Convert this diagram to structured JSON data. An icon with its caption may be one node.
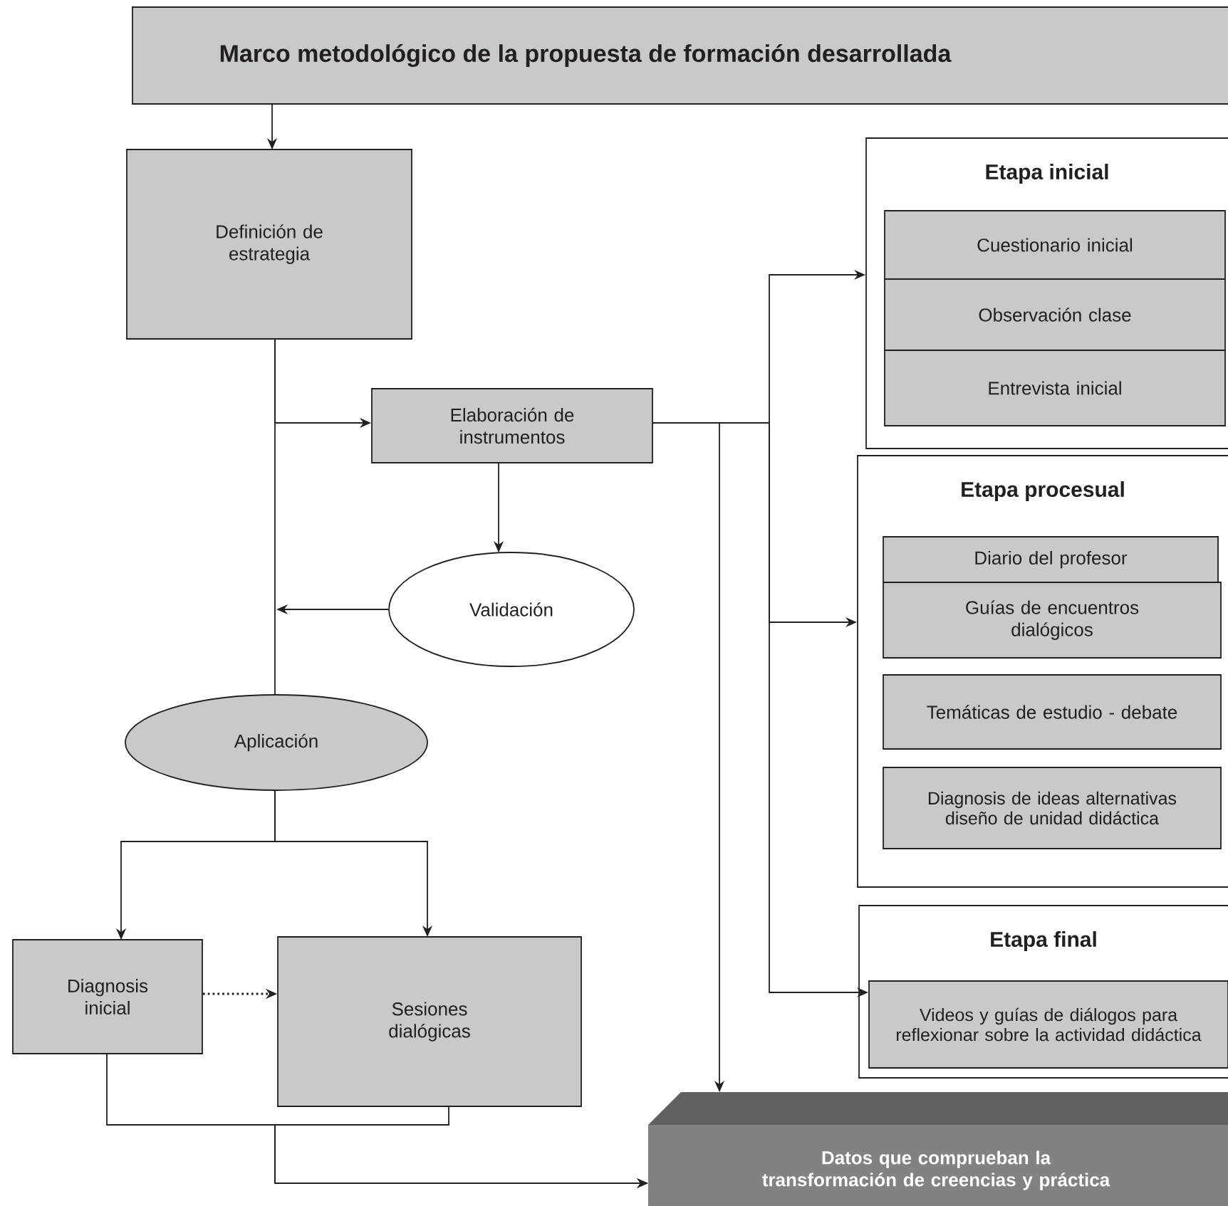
{
  "diagram": {
    "nodes": [
      {
        "text": [
          "Marco metodológico de la propuesta de formación desarrollada"
        ]
      },
      {
        "text": [
          "Definición de estrategia"
        ]
      },
      {
        "text": [
          "Elaboración de instrumentos"
        ]
      },
      {
        "text": [
          "Validación"
        ]
      },
      {
        "text": [
          "Aplicación"
        ]
      },
      {
        "text": [
          "Diagnosis inicial"
        ]
      },
      {
        "text": [
          "Sesiones dialógicas"
        ]
      },
      {
        "text": [
          "Etapa inicial"
        ]
      },
      {
        "text": [
          "Cuestionario inicial"
        ],
        "in": 7
      },
      {
        "text": [
          "Observación clase"
        ],
        "in": 7
      },
      {
        "text": [
          "Entrevista inicial"
        ],
        "in": 7
      },
      {
        "text": [
          "Etapa procesual"
        ]
      },
      {
        "text": [
          "Diario del profesor"
        ],
        "in": 11
      },
      {
        "text": [
          "Guías de encuentros dialógicos"
        ],
        "in": 11
      },
      {
        "text": [
          "Temáticas de estudio - debate"
        ],
        "in": 11
      },
      {
        "text": [
          "Diagnosis de ideas alternativas diseño de unidad didáctica"
        ],
        "in": 11
      },
      {
        "text": [
          "Etapa final"
        ]
      },
      {
        "text": [
          "Videos y guías de diálogos para reflexionar sobre la actividad didáctica"
        ],
        "in": 16
      },
      {
        "text": [
          "Datos que comprueban la transformación de creencias y práctica"
        ]
      }
    ],
    "edges": [
      {
        "from": 0,
        "to": 1,
        "arrow": "to"
      },
      {
        "from": 1,
        "to": 2,
        "arrow": "to"
      },
      {
        "from": 1,
        "to": 4,
        "arrow": "none"
      },
      {
        "from": 2,
        "to": 3,
        "arrow": "to"
      },
      {
        "from": 3,
        "to": null,
        "arrow": "to"
      },
      {
        "from": 2,
        "to": 7,
        "arrow": "to"
      },
      {
        "from": 2,
        "to": 11,
        "arrow": "to"
      },
      {
        "from": 2,
        "to": 16,
        "arrow": "to"
      },
      {
        "from": 2,
        "to": 18,
        "arrow": "to"
      },
      {
        "from": 4,
        "to": 5,
        "arrow": "to"
      },
      {
        "from": 4,
        "to": 6,
        "arrow": "to"
      },
      {
        "from": 5,
        "to": 6,
        "arrow": "to",
        "style": "dashed"
      },
      {
        "from": 5,
        "to": 18,
        "arrow": "to"
      },
      {
        "from": 6,
        "to": 18,
        "arrow": "to"
      }
    ]
  }
}
